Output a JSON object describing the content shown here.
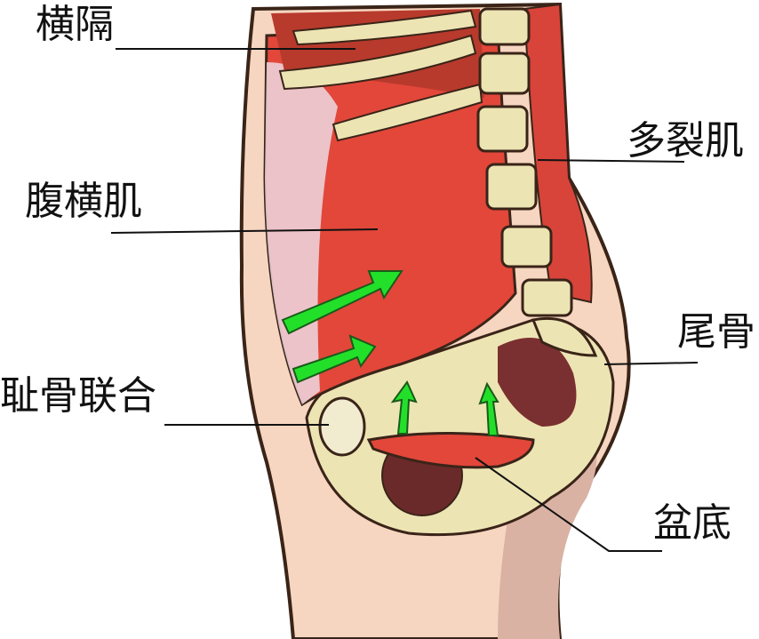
{
  "labels": {
    "diaphragm": "横隔",
    "transversus_abdominis": "腹横肌",
    "pubic_symphysis": "耻骨联合",
    "multifidus": "多裂肌",
    "coccyx": "尾骨",
    "pelvic_floor": "盆底"
  },
  "colors": {
    "skin": "#f6d6c0",
    "muscle": "#e2473a",
    "bone": "#ede4b4",
    "cavity": "#6b2a2a",
    "arrow": "#22e02a"
  }
}
